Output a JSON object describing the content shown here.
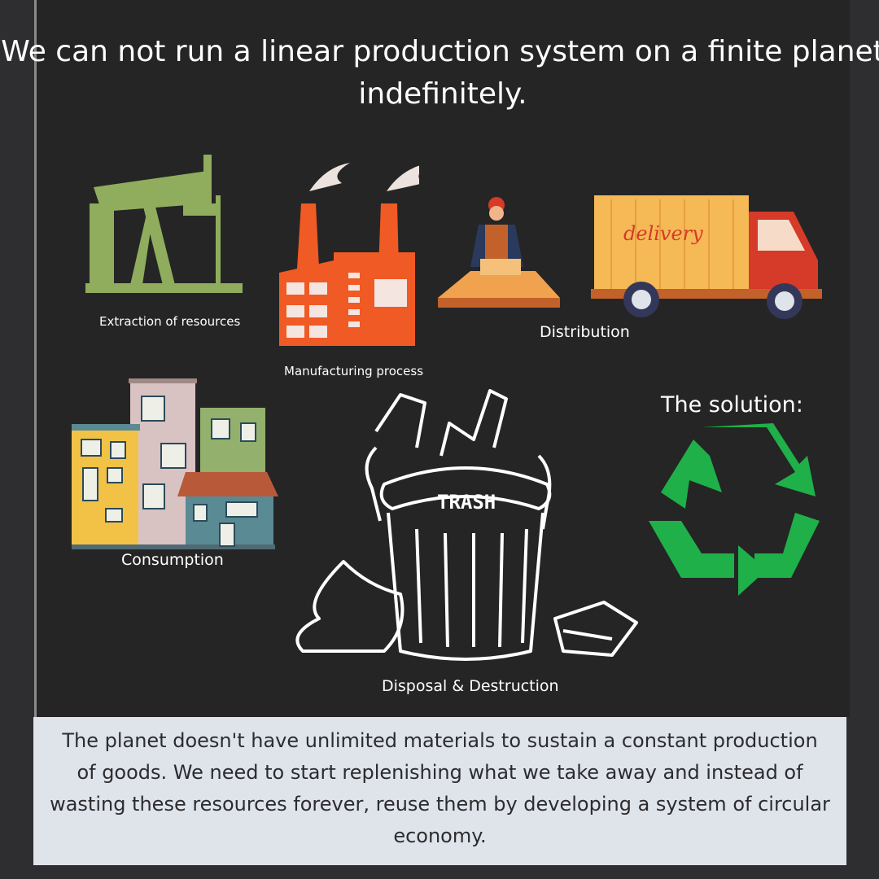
{
  "title": "We can not run a linear production system on a finite planet indefinitely.",
  "stages": {
    "extraction": "Extraction of resources",
    "manufacturing": "Manufacturing process",
    "distribution": "Distribution",
    "consumption": "Consumption",
    "disposal": "Disposal & Destruction"
  },
  "truck_text": "delivery",
  "trash_text": "TRASH",
  "solution_label": "The solution:",
  "footer": "The planet doesn't have unlimited materials  to sustain a constant production of goods. We need to start replenishing what we take away and instead  of wasting these resources forever, reuse them by developing a system of circular economy.",
  "colors": {
    "factory": "#f05a24",
    "pump": "#8fad5d",
    "recycle": "#1fb04a",
    "truck_cab": "#d63a28",
    "truck_box": "#f5b955"
  }
}
